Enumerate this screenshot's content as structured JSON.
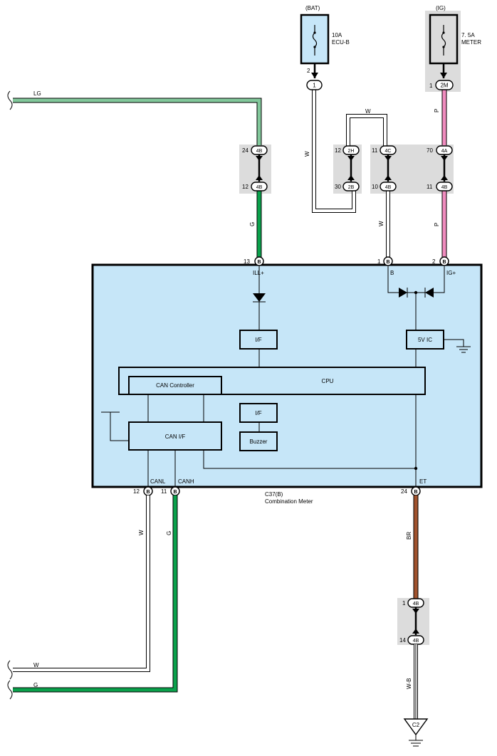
{
  "fuses": {
    "bat": {
      "source": "(BAT)",
      "rating": "10A",
      "name": "ECU-B",
      "pin": "2"
    },
    "ig": {
      "source": "(IG)",
      "rating": "7. 5A",
      "name": "METER",
      "pin": "1"
    }
  },
  "connectors": {
    "c1": "1",
    "c2m": "2M",
    "j4b": "4B",
    "j2h": "2H",
    "j2b": "2B",
    "j4c": "4C",
    "j4a": "4A",
    "b": "B",
    "c2": "C2"
  },
  "pins": {
    "p24": "24",
    "p12": "12",
    "p12b": "12",
    "p30": "30",
    "p11": "11",
    "p10": "10",
    "p70": "70",
    "p11b": "11",
    "p13": "13",
    "p1": "1",
    "p2": "2",
    "p12m": "12",
    "p11m": "11",
    "p24m": "24",
    "p1g": "1",
    "p14g": "14"
  },
  "wires": {
    "lg": "LG",
    "g": "G",
    "w": "W",
    "p": "P",
    "br": "BR",
    "wb": "W-B"
  },
  "colors": {
    "lg": "#82c89b",
    "g": "#0aa14b",
    "w_fill": "#ffffff",
    "p": "#f08cbe",
    "br": "#a0522d",
    "module_fill": "#c6e6f8",
    "fuse_fill": "#c6e6f8"
  },
  "module": {
    "code": "C37(B)",
    "name": "Combination Meter",
    "ill": "ILL+",
    "b": "B",
    "ig": "IG+",
    "canl": "CANL",
    "canh": "CANH",
    "et": "ET",
    "if1": "I/F",
    "vic": "5V IC",
    "cpu": "CPU",
    "can_ctrl": "CAN Controller",
    "if2": "I/F",
    "can_if": "CAN I/F",
    "buzzer": "Buzzer"
  }
}
